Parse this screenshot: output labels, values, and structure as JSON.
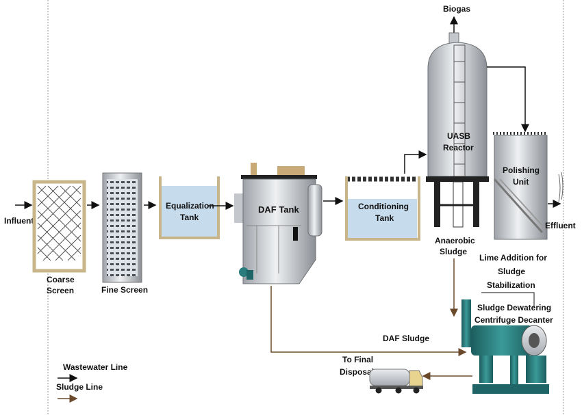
{
  "labels": {
    "influent": "Influent",
    "coarse_screen_1": "Coarse",
    "coarse_screen_2": "Screen",
    "fine_screen": "Fine Screen",
    "equalization_1": "Equalization",
    "equalization_2": "Tank",
    "daf_tank": "DAF Tank",
    "conditioning_1": "Conditioning",
    "conditioning_2": "Tank",
    "biogas": "Biogas",
    "uasb_1": "UASB",
    "uasb_2": "Reactor",
    "polishing_1": "Polishing",
    "polishing_2": "Unit",
    "effluent": "Effluent",
    "anaerobic_1": "Anaerobic",
    "anaerobic_2": "Sludge",
    "lime_1": "Lime Addition for",
    "lime_2": "Sludge",
    "lime_3": "Stabilization",
    "dewatering_1": "Sludge Dewatering",
    "dewatering_2": "Centrifuge Decanter",
    "daf_sludge": "DAF Sludge",
    "final_1": "To Final",
    "final_2": "Disposal"
  },
  "legend": {
    "wastewater": "Wastewater Line",
    "sludge": "Sludge Line"
  },
  "colors": {
    "wastewater_line": "#111111",
    "sludge_line": "#6b4a2b",
    "water": "#c6dbec",
    "tank_frame": "#c9b58a",
    "machine": "#2b7c7c",
    "steel": "#cfd2d6"
  }
}
